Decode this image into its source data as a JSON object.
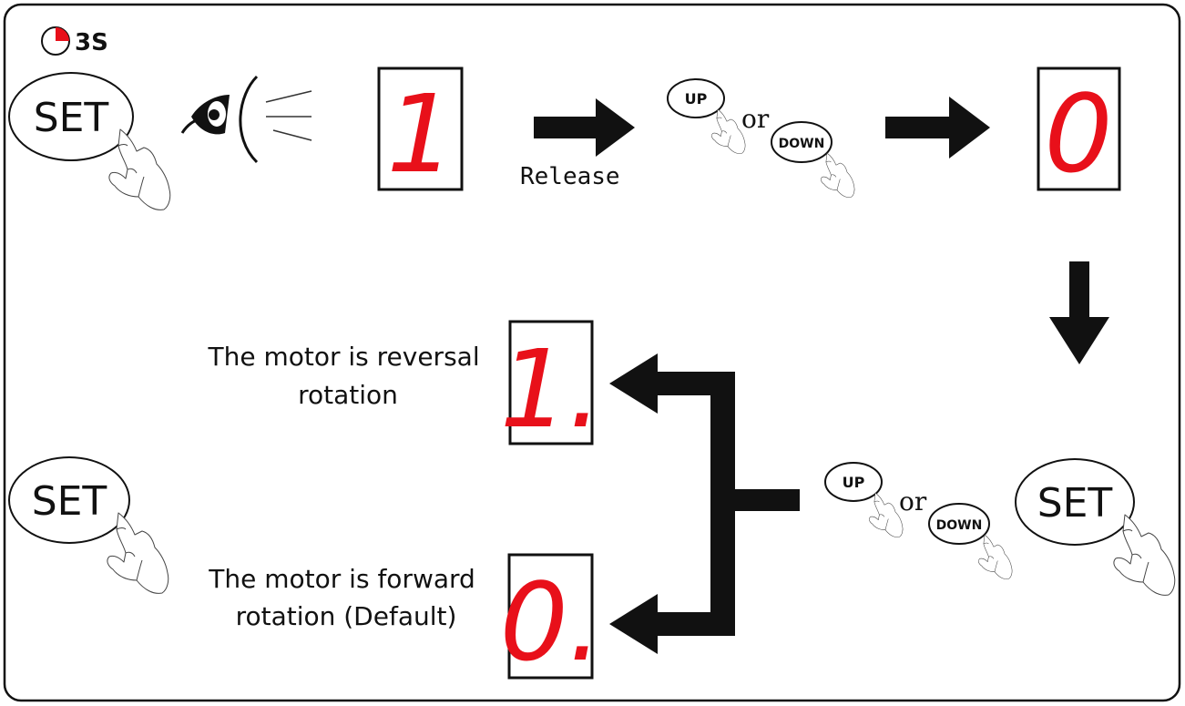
{
  "timer": {
    "label": "3S"
  },
  "buttons": {
    "set": "SET",
    "up": "UP",
    "down": "DOWN"
  },
  "connector_or": "or",
  "release_label": "Release",
  "displays": {
    "initial": "1",
    "after_adjust": "0",
    "reversal": "1.",
    "forward": "0."
  },
  "descriptions": {
    "reversal": [
      "The motor is reversal",
      "rotation"
    ],
    "forward": [
      "The motor is forward",
      "rotation (Default)"
    ]
  },
  "colors": {
    "segment": "#e8101a",
    "ink": "#111111",
    "frame": "#111111",
    "background": "#ffffff"
  }
}
